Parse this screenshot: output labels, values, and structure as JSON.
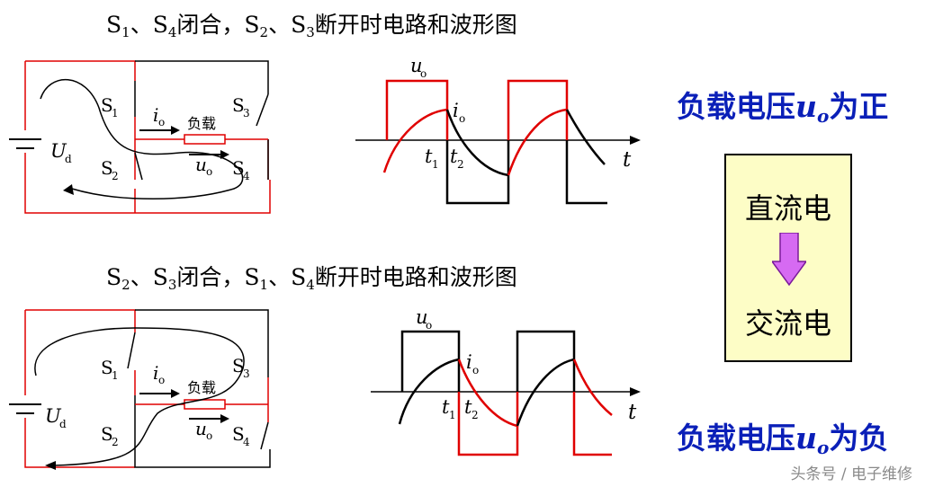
{
  "captions": {
    "top": {
      "s1": "S",
      "n1": "1",
      "sep1": "、",
      "s4": "S",
      "n4": "4",
      "mid": "闭合，",
      "s2": "S",
      "n2": "2",
      "sep2": "、",
      "s3": "S",
      "n3": "3",
      "end": "断开时电路和波形图"
    },
    "bottom": {
      "s1": "S",
      "n1": "2",
      "sep1": "、",
      "s4": "S",
      "n4": "3",
      "mid": "闭合，",
      "s2": "S",
      "n2": "1",
      "sep2": "、",
      "s3": "S",
      "n3": "4",
      "end": "断开时电路和波形图"
    }
  },
  "circuit": {
    "switch_s1": "S",
    "switch_s1_sub": "1",
    "switch_s2": "S",
    "switch_s2_sub": "2",
    "switch_s3": "S",
    "switch_s3_sub": "3",
    "switch_s4": "S",
    "switch_s4_sub": "4",
    "current": "i",
    "current_sub": "o",
    "load": "负载",
    "voltage": "u",
    "voltage_sub": "o",
    "source": "U",
    "source_sub": "d"
  },
  "waveform": {
    "uo": "u",
    "uo_sub": "o",
    "io": "i",
    "io_sub": "o",
    "t1": "t",
    "t1_sub": "1",
    "t2": "t",
    "t2_sub": "2",
    "t_axis": "t"
  },
  "right_panel": {
    "positive_prefix": "负载电压",
    "positive_u": "u",
    "positive_o": "o",
    "positive_suffix": "为正",
    "negative_prefix": "负载电压",
    "negative_u": "u",
    "negative_o": "o",
    "negative_suffix": "为负",
    "dc": "直流电",
    "ac": "交流电"
  },
  "watermark": "头条号 / 电子维修",
  "colors": {
    "red": "#e00000",
    "blue_text": "#0a1fb8",
    "box_fill": "#fdfdc6",
    "arrow_fill": "#d66af2"
  }
}
